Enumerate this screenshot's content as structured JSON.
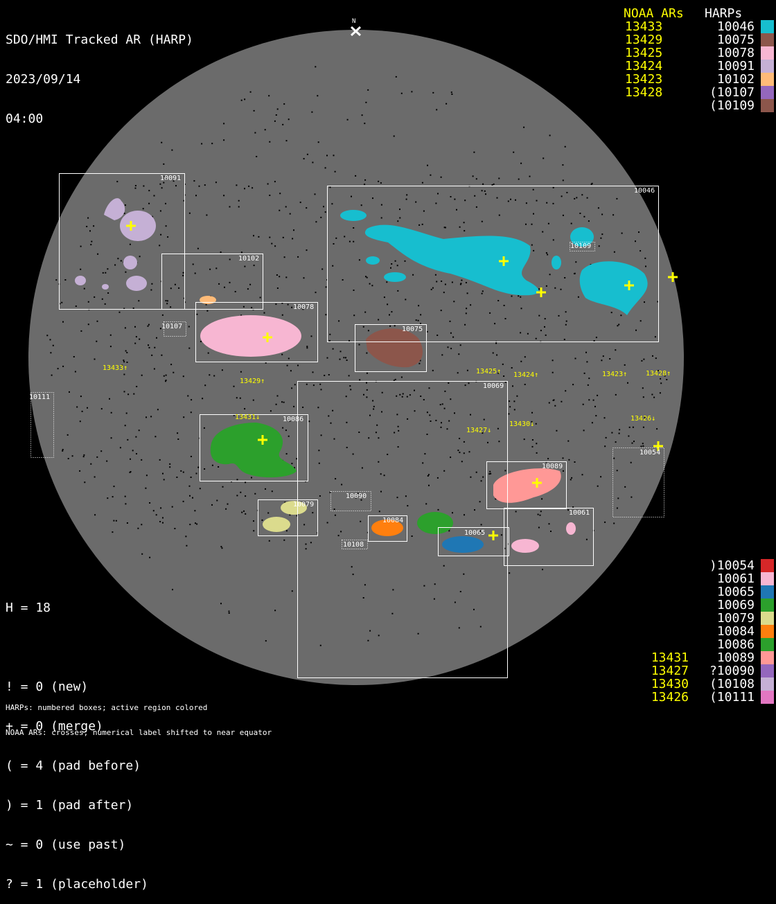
{
  "title": [
    "SDO/HMI Tracked AR (HARP)",
    "2023/09/14",
    "04:00"
  ],
  "north_label": "N",
  "legend_top": {
    "noaa_header": "NOAA ARs",
    "harp_header": "HARPs",
    "rows": [
      {
        "noaa": "13433",
        "harp": "10046",
        "color": "#17becf"
      },
      {
        "noaa": "13429",
        "harp": "10075",
        "color": "#8c564b"
      },
      {
        "noaa": "13425",
        "harp": "10078",
        "color": "#f7b6d2"
      },
      {
        "noaa": "13424",
        "harp": "10091",
        "color": "#c5b0d5"
      },
      {
        "noaa": "13423",
        "harp": "10102",
        "color": "#ffbb78"
      },
      {
        "noaa": "13428",
        "harp": "(10107",
        "color": "#9467bd"
      },
      {
        "noaa": "",
        "harp": "(10109",
        "color": "#8c564b"
      }
    ]
  },
  "legend_bottom": {
    "rows": [
      {
        "noaa": "",
        "harp": ")10054",
        "color": "#d62728"
      },
      {
        "noaa": "",
        "harp": "10061",
        "color": "#f7b6d2"
      },
      {
        "noaa": "",
        "harp": "10065",
        "color": "#1f77b4"
      },
      {
        "noaa": "",
        "harp": "10069",
        "color": "#2ca02c"
      },
      {
        "noaa": "",
        "harp": "10079",
        "color": "#dbdb8d"
      },
      {
        "noaa": "",
        "harp": "10084",
        "color": "#ff7f0e"
      },
      {
        "noaa": "",
        "harp": "10086",
        "color": "#2ca02c"
      },
      {
        "noaa": "13431",
        "harp": "10089",
        "color": "#ff9896"
      },
      {
        "noaa": "13427",
        "harp": "?10090",
        "color": "#9467bd"
      },
      {
        "noaa": "13430",
        "harp": "(10108",
        "color": "#c5b0d5"
      },
      {
        "noaa": "13426",
        "harp": "(10111",
        "color": "#e377c2"
      }
    ]
  },
  "stats": {
    "h": "H = 18",
    "lines": [
      "! = 0 (new)",
      "+ = 0 (merge)",
      "( = 4 (pad before)",
      ") = 1 (pad after)",
      "~ = 0 (use past)",
      "? = 1 (placeholder)"
    ]
  },
  "notes": [
    "HARPs: numbered boxes; active region colored",
    "NOAA ARs: crosses; numerical label shifted to near equator"
  ],
  "boxes": [
    "10091",
    "10102",
    "10078",
    "10107",
    "10046",
    "10109",
    "10075",
    "10069",
    "10086",
    "10111",
    "10054",
    "10089",
    "10061",
    "10079",
    "10090",
    "10084",
    "10108",
    "10065"
  ],
  "noaa_labels": [
    "13433↑",
    "13429↑",
    "13425↑",
    "13424↑",
    "13423↑",
    "13428↑",
    "13431↓",
    "13427↓",
    "13430↓",
    "13426↓"
  ]
}
